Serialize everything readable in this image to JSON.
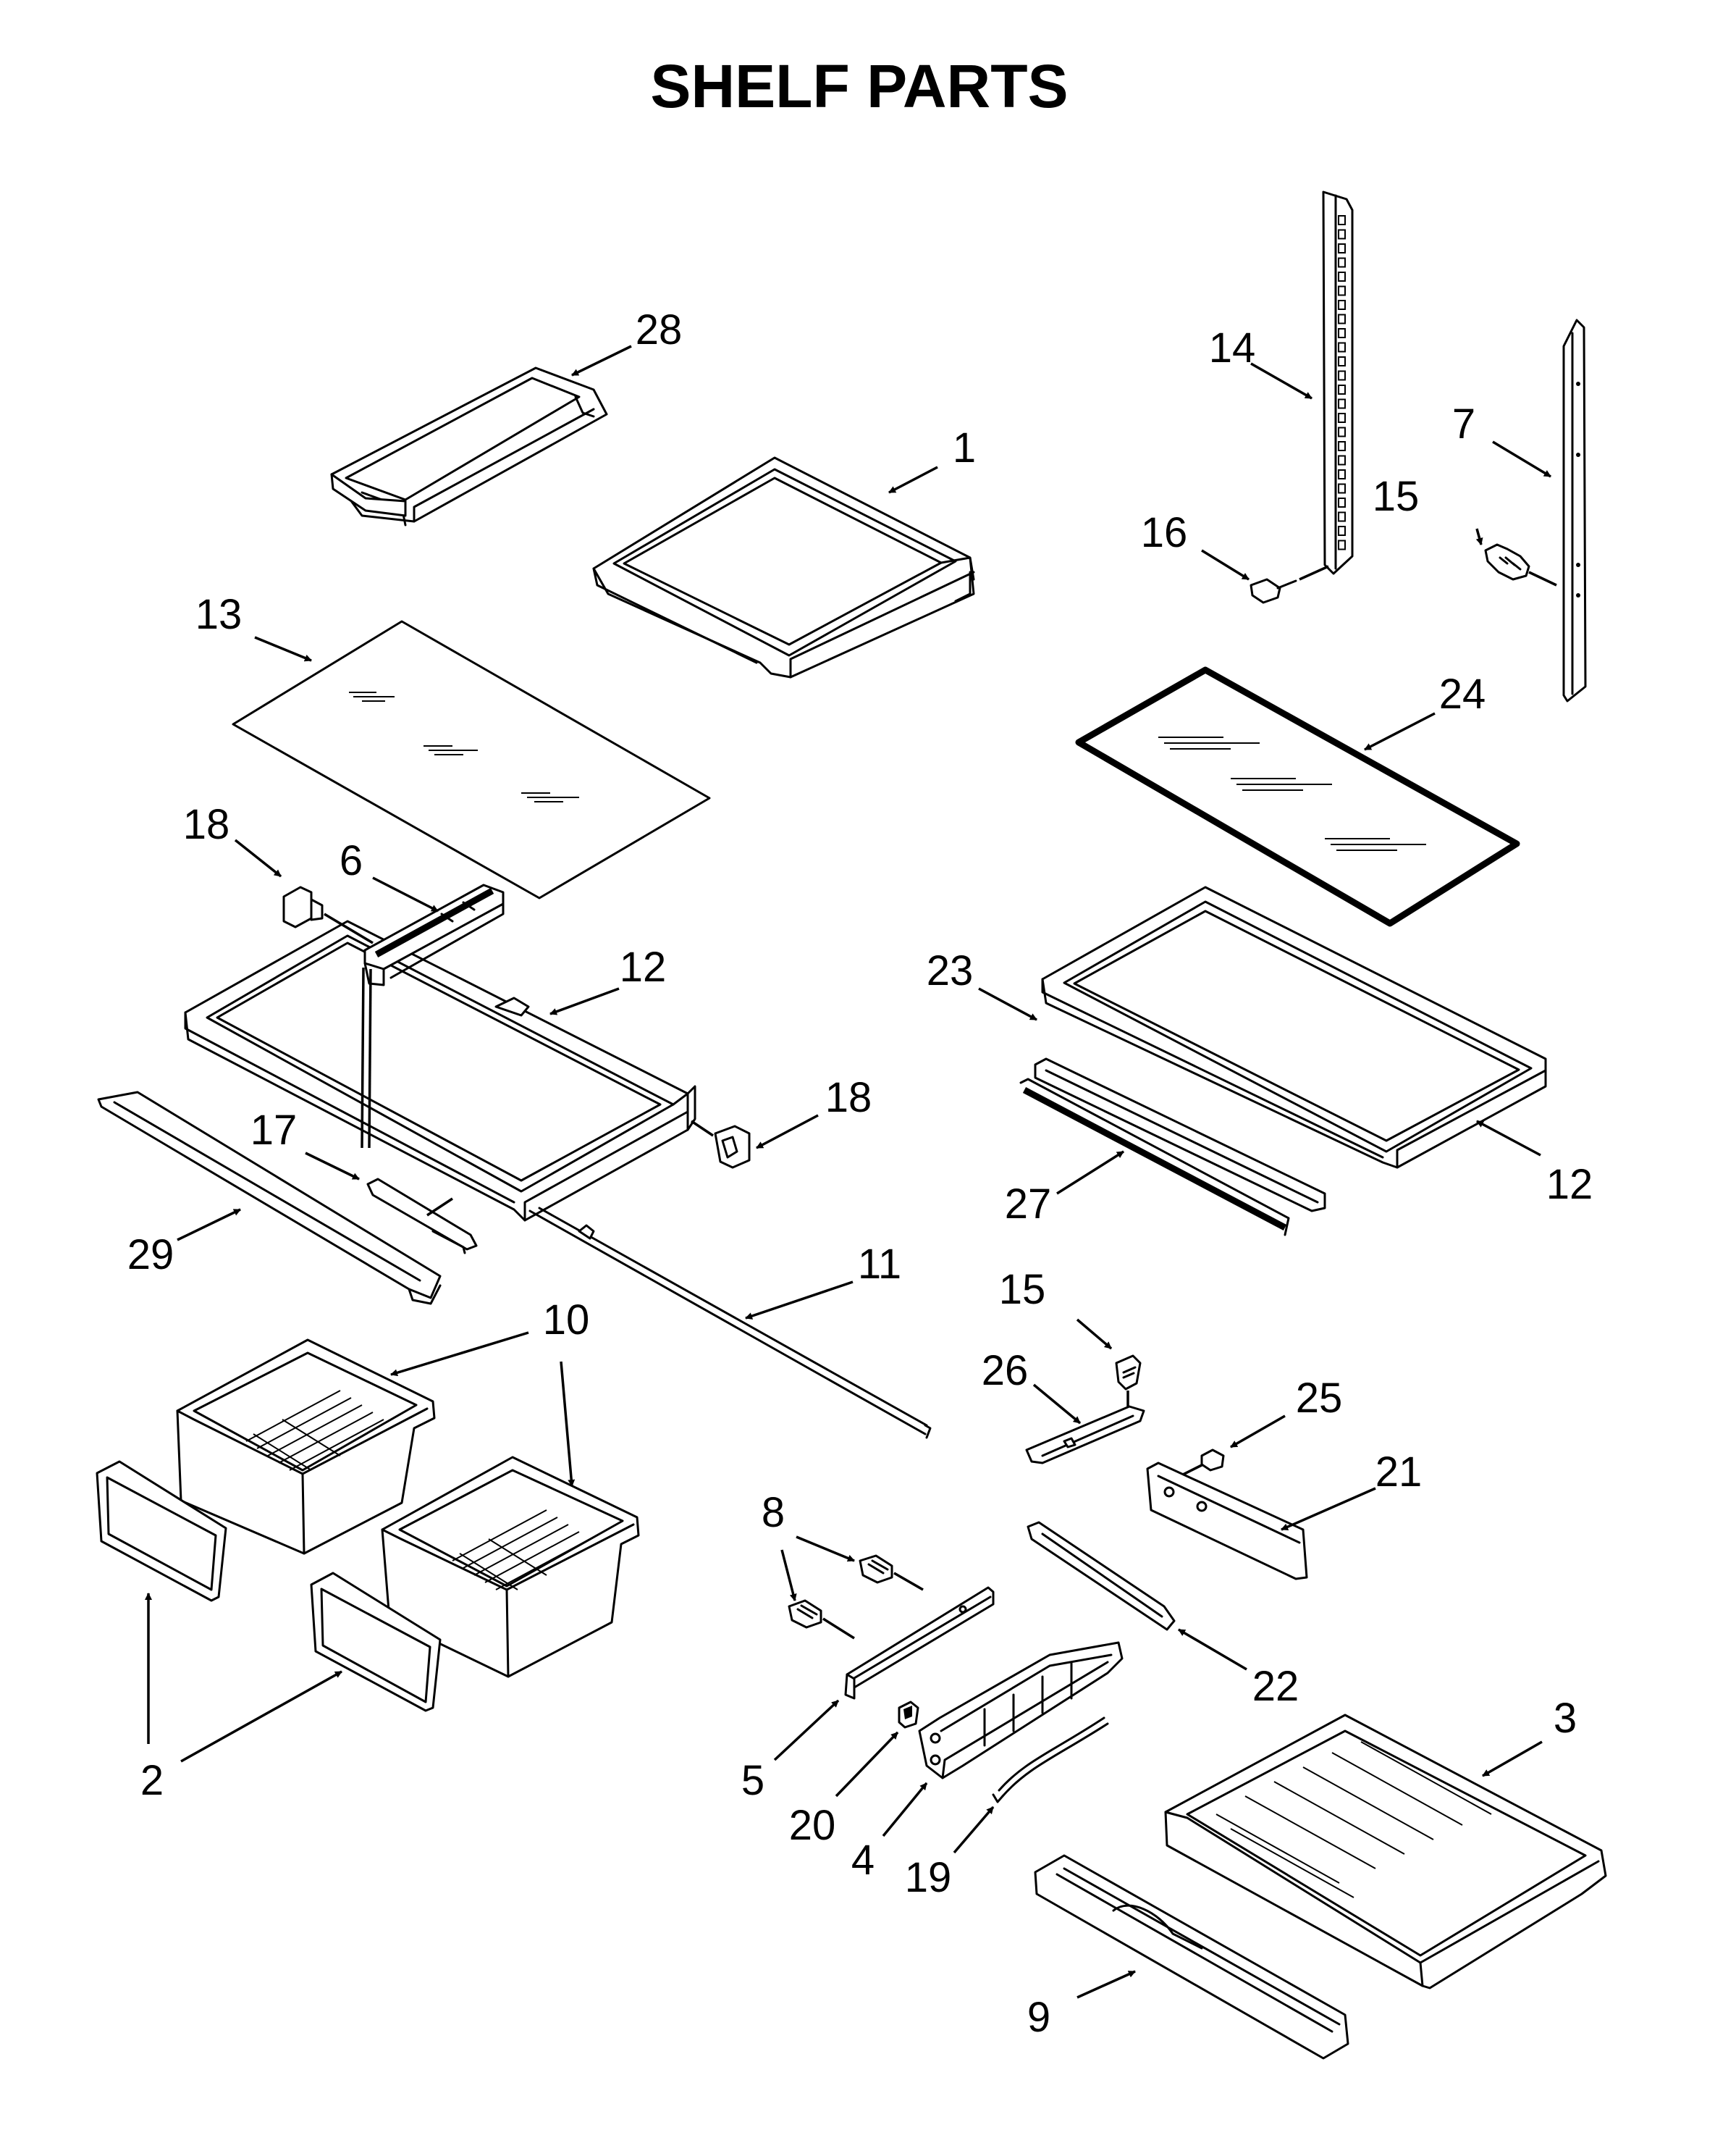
{
  "title": "SHELF PARTS",
  "callouts": [
    {
      "id": "1",
      "text": "1"
    },
    {
      "id": "2",
      "text": "2"
    },
    {
      "id": "3",
      "text": "3"
    },
    {
      "id": "4",
      "text": "4"
    },
    {
      "id": "5",
      "text": "5"
    },
    {
      "id": "6",
      "text": "6"
    },
    {
      "id": "7",
      "text": "7"
    },
    {
      "id": "8",
      "text": "8"
    },
    {
      "id": "9",
      "text": "9"
    },
    {
      "id": "10",
      "text": "10"
    },
    {
      "id": "11",
      "text": "11"
    },
    {
      "id": "12a",
      "text": "12"
    },
    {
      "id": "12b",
      "text": "12"
    },
    {
      "id": "13",
      "text": "13"
    },
    {
      "id": "14",
      "text": "14"
    },
    {
      "id": "15a",
      "text": "15"
    },
    {
      "id": "15b",
      "text": "15"
    },
    {
      "id": "16",
      "text": "16"
    },
    {
      "id": "17",
      "text": "17"
    },
    {
      "id": "18a",
      "text": "18"
    },
    {
      "id": "18b",
      "text": "18"
    },
    {
      "id": "19",
      "text": "19"
    },
    {
      "id": "20",
      "text": "20"
    },
    {
      "id": "21",
      "text": "21"
    },
    {
      "id": "22",
      "text": "22"
    },
    {
      "id": "23",
      "text": "23"
    },
    {
      "id": "24",
      "text": "24"
    },
    {
      "id": "25",
      "text": "25"
    },
    {
      "id": "26",
      "text": "26"
    },
    {
      "id": "27",
      "text": "27"
    },
    {
      "id": "28",
      "text": "28"
    },
    {
      "id": "29",
      "text": "29"
    }
  ]
}
